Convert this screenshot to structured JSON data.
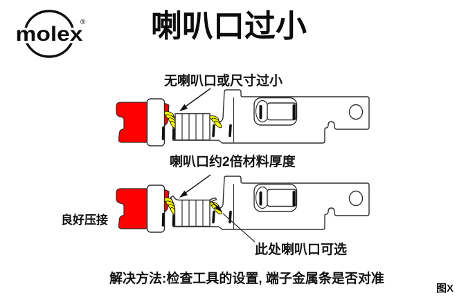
{
  "header": {
    "logo_text": "molex",
    "logo_mark": "®",
    "title": "喇叭口过小"
  },
  "defect_diagram": {
    "annotation": "无喇叭口或尺寸过小"
  },
  "good_diagram": {
    "annotation": "喇叭口约2倍材料厚度",
    "label": "良好压接",
    "callout": "此处喇叭口可选"
  },
  "footer": {
    "solution": "解决方法:检查工具的设置, 端子金属条是否对准",
    "figure_label": "图X"
  },
  "colors": {
    "insulation-red": "#ff0000",
    "strand-yellow": "#ffff00",
    "line": "#2e2e2e"
  }
}
